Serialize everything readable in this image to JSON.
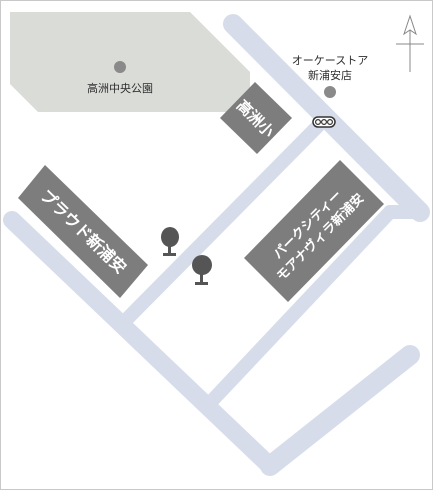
{
  "map": {
    "park_label": "高洲中央公園",
    "store_label_line1": "オーケーストア",
    "store_label_line2": "新浦安店",
    "school_label": "高洲小",
    "building_left_label": "プラウド新浦安",
    "building_right_line1": "パークシティー",
    "building_right_line2": "モアナヴィラ新浦安",
    "icons": [
      "compass-north-icon",
      "tree-icon",
      "tree-icon",
      "traffic-light-icon",
      "store-marker-icon",
      "park-marker-icon"
    ],
    "colors": {
      "road": "#d6dce9",
      "park": "#dadcd8",
      "building": "#7d7d7d",
      "marker": "#8a8a8a"
    }
  }
}
